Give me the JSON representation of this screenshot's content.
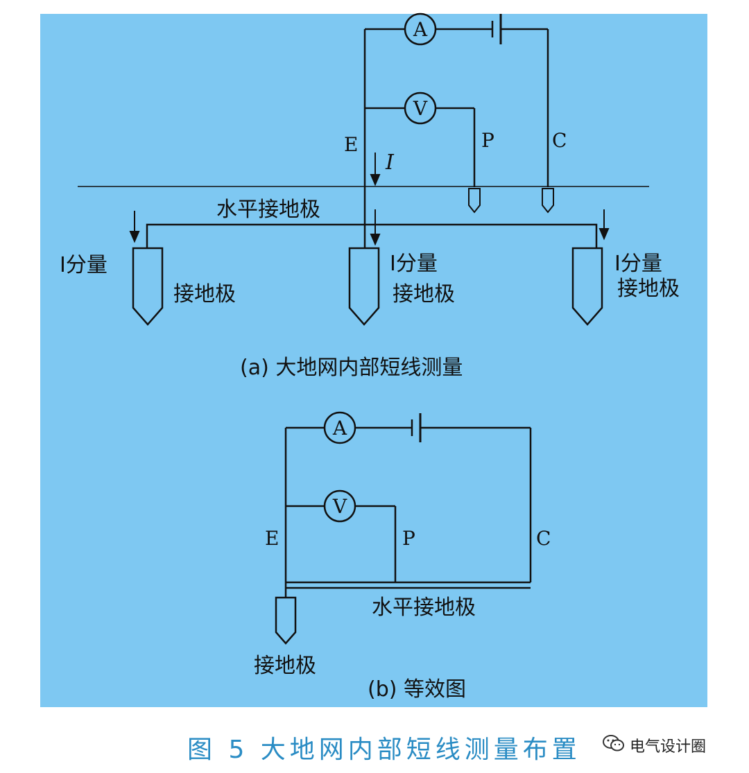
{
  "colors": {
    "panel_background": "#7ec8f2",
    "page_background": "#ffffff",
    "line": "#111111",
    "caption_text": "#2a8cc4"
  },
  "diagram_a": {
    "meter_ammeter": "A",
    "meter_voltmeter": "V",
    "terminal_e": "E",
    "terminal_p": "P",
    "terminal_c": "C",
    "current_symbol": "I",
    "horizontal_electrode_label": "水平接地极",
    "left_current_label": "I分量",
    "left_electrode_label": "接地极",
    "middle_current_label": "I分量",
    "middle_electrode_label": "接地极",
    "right_current_label": "I分量",
    "right_electrode_label": "接地极",
    "caption": "(a)  大地网内部短线测量"
  },
  "diagram_b": {
    "meter_ammeter": "A",
    "meter_voltmeter": "V",
    "terminal_e": "E",
    "terminal_p": "P",
    "terminal_c": "C",
    "horizontal_electrode_label": "水平接地极",
    "electrode_label": "接地极",
    "caption": "(b)  等效图"
  },
  "figure_caption": "图 5    大地网内部短线测量布置",
  "watermark": {
    "icon": "wechat-icon",
    "text": "电气设计圈"
  }
}
